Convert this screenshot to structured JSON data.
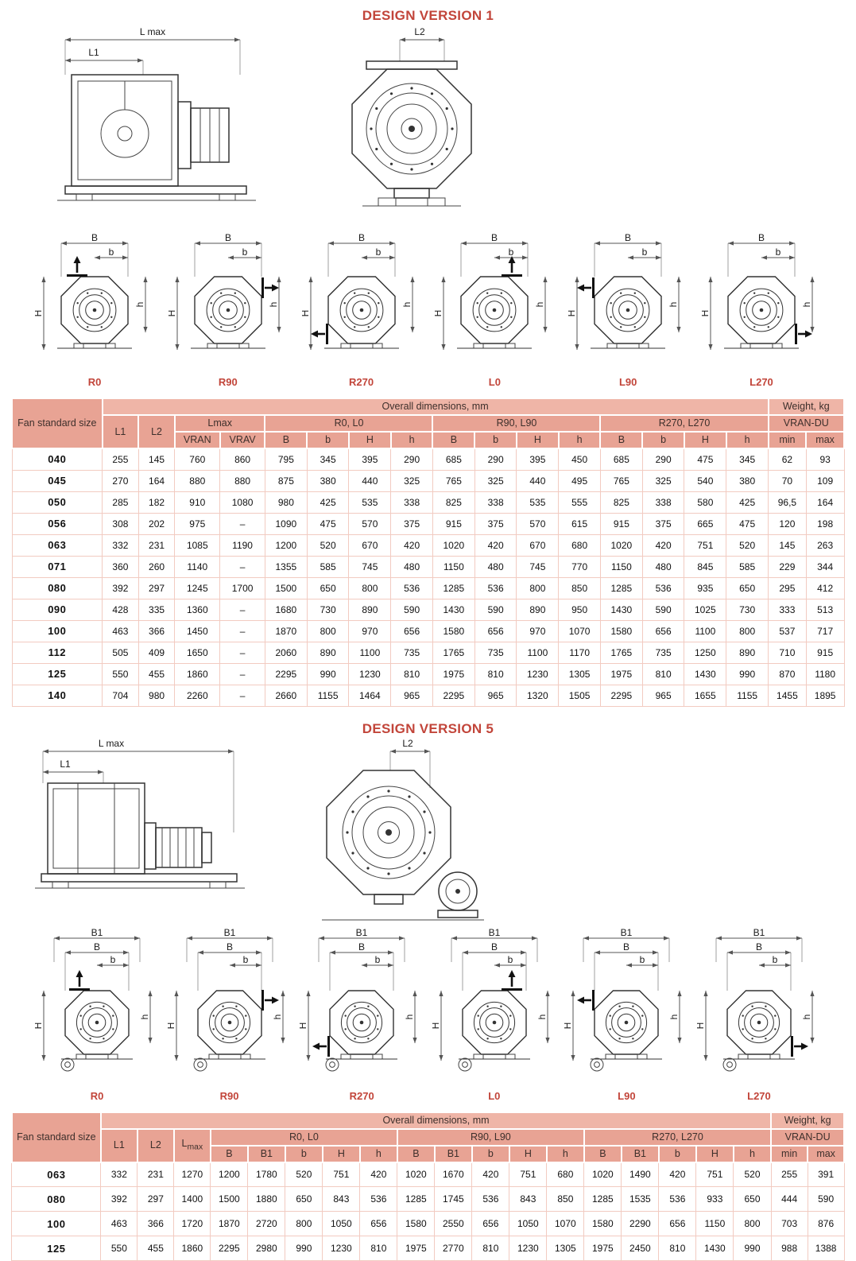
{
  "v1": {
    "title": "DESIGN VERSION 1",
    "drawing": {
      "lmax": "L max",
      "l1": "L1",
      "l2": "L2"
    },
    "dims": {
      "B": "B",
      "b": "b",
      "H": "H",
      "h": "h"
    },
    "orientations": [
      "R0",
      "R90",
      "R270",
      "L0",
      "L90",
      "L270"
    ],
    "table": {
      "header": {
        "fan_size": "Fan standard size",
        "overall": "Overall dimensions, mm",
        "weight": "Weight, kg",
        "l1": "L1",
        "l2": "L2",
        "lmax": "Lmax",
        "vran": "VRAN",
        "vrav": "VRAV",
        "groups": [
          "R0, L0",
          "R90, L90",
          "R270, L270"
        ],
        "dims": [
          "B",
          "b",
          "H",
          "h"
        ],
        "vran_du": "VRAN-DU",
        "min": "min",
        "max": "max"
      },
      "rows": [
        {
          "size": "040",
          "values": [
            "255",
            "145",
            "760",
            "860",
            "795",
            "345",
            "395",
            "290",
            "685",
            "290",
            "395",
            "450",
            "685",
            "290",
            "475",
            "345",
            "62",
            "93"
          ]
        },
        {
          "size": "045",
          "values": [
            "270",
            "164",
            "880",
            "880",
            "875",
            "380",
            "440",
            "325",
            "765",
            "325",
            "440",
            "495",
            "765",
            "325",
            "540",
            "380",
            "70",
            "109"
          ]
        },
        {
          "size": "050",
          "values": [
            "285",
            "182",
            "910",
            "1080",
            "980",
            "425",
            "535",
            "338",
            "825",
            "338",
            "535",
            "555",
            "825",
            "338",
            "580",
            "425",
            "96,5",
            "164"
          ]
        },
        {
          "size": "056",
          "values": [
            "308",
            "202",
            "975",
            "–",
            "1090",
            "475",
            "570",
            "375",
            "915",
            "375",
            "570",
            "615",
            "915",
            "375",
            "665",
            "475",
            "120",
            "198"
          ]
        },
        {
          "size": "063",
          "values": [
            "332",
            "231",
            "1085",
            "1190",
            "1200",
            "520",
            "670",
            "420",
            "1020",
            "420",
            "670",
            "680",
            "1020",
            "420",
            "751",
            "520",
            "145",
            "263"
          ]
        },
        {
          "size": "071",
          "values": [
            "360",
            "260",
            "1140",
            "–",
            "1355",
            "585",
            "745",
            "480",
            "1150",
            "480",
            "745",
            "770",
            "1150",
            "480",
            "845",
            "585",
            "229",
            "344"
          ]
        },
        {
          "size": "080",
          "values": [
            "392",
            "297",
            "1245",
            "1700",
            "1500",
            "650",
            "800",
            "536",
            "1285",
            "536",
            "800",
            "850",
            "1285",
            "536",
            "935",
            "650",
            "295",
            "412"
          ]
        },
        {
          "size": "090",
          "values": [
            "428",
            "335",
            "1360",
            "–",
            "1680",
            "730",
            "890",
            "590",
            "1430",
            "590",
            "890",
            "950",
            "1430",
            "590",
            "1025",
            "730",
            "333",
            "513"
          ]
        },
        {
          "size": "100",
          "values": [
            "463",
            "366",
            "1450",
            "–",
            "1870",
            "800",
            "970",
            "656",
            "1580",
            "656",
            "970",
            "1070",
            "1580",
            "656",
            "1100",
            "800",
            "537",
            "717"
          ]
        },
        {
          "size": "112",
          "values": [
            "505",
            "409",
            "1650",
            "–",
            "2060",
            "890",
            "1100",
            "735",
            "1765",
            "735",
            "1100",
            "1170",
            "1765",
            "735",
            "1250",
            "890",
            "710",
            "915"
          ]
        },
        {
          "size": "125",
          "values": [
            "550",
            "455",
            "1860",
            "–",
            "2295",
            "990",
            "1230",
            "810",
            "1975",
            "810",
            "1230",
            "1305",
            "1975",
            "810",
            "1430",
            "990",
            "870",
            "1180"
          ]
        },
        {
          "size": "140",
          "values": [
            "704",
            "980",
            "2260",
            "–",
            "2660",
            "1155",
            "1464",
            "965",
            "2295",
            "965",
            "1320",
            "1505",
            "2295",
            "965",
            "1655",
            "1155",
            "1455",
            "1895"
          ]
        }
      ]
    }
  },
  "v5": {
    "title": "DESIGN VERSION 5",
    "drawing": {
      "lmax": "L max",
      "l1": "L1",
      "l2": "L2"
    },
    "dims": {
      "B": "B",
      "B1": "B1",
      "b": "b",
      "H": "H",
      "h": "h"
    },
    "orientations": [
      "R0",
      "R90",
      "R270",
      "L0",
      "L90",
      "L270"
    ],
    "table": {
      "header": {
        "fan_size": "Fan standard size",
        "overall": "Overall dimensions, mm",
        "weight": "Weight, kg",
        "l1": "L1",
        "l2": "L2",
        "lmax_base": "L",
        "lmax_sub": "max",
        "groups": [
          "R0, L0",
          "R90, L90",
          "R270, L270"
        ],
        "dims": [
          "B",
          "B1",
          "b",
          "H",
          "h"
        ],
        "vran_du": "VRAN-DU",
        "min": "min",
        "max": "max"
      },
      "rows": [
        {
          "size": "063",
          "values": [
            "332",
            "231",
            "1270",
            "1200",
            "1780",
            "520",
            "751",
            "420",
            "1020",
            "1670",
            "420",
            "751",
            "680",
            "1020",
            "1490",
            "420",
            "751",
            "520",
            "255",
            "391"
          ]
        },
        {
          "size": "080",
          "values": [
            "392",
            "297",
            "1400",
            "1500",
            "1880",
            "650",
            "843",
            "536",
            "1285",
            "1745",
            "536",
            "843",
            "850",
            "1285",
            "1535",
            "536",
            "933",
            "650",
            "444",
            "590"
          ]
        },
        {
          "size": "100",
          "values": [
            "463",
            "366",
            "1720",
            "1870",
            "2720",
            "800",
            "1050",
            "656",
            "1580",
            "2550",
            "656",
            "1050",
            "1070",
            "1580",
            "2290",
            "656",
            "1150",
            "800",
            "703",
            "876"
          ]
        },
        {
          "size": "125",
          "values": [
            "550",
            "455",
            "1860",
            "2295",
            "2980",
            "990",
            "1230",
            "810",
            "1975",
            "2770",
            "810",
            "1230",
            "1305",
            "1975",
            "2450",
            "810",
            "1430",
            "990",
            "988",
            "1388"
          ]
        }
      ]
    }
  }
}
